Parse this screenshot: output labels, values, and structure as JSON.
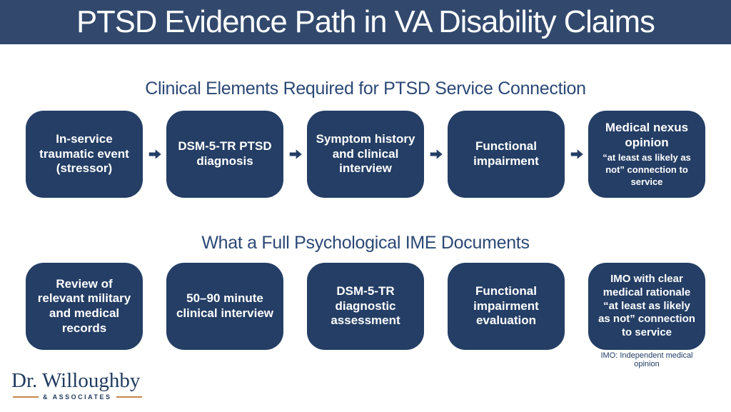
{
  "header": {
    "title": "PTSD Evidence Path in VA Disability Claims"
  },
  "sections": [
    {
      "title": "Clinical Elements Required for PTSD Service Connection",
      "boxes": [
        {
          "text": "In-service traumatic event (stressor)"
        },
        {
          "text": "DSM-5-TR PTSD diagnosis"
        },
        {
          "text": "Symptom history and clinical interview"
        },
        {
          "text": "Functional impairment"
        },
        {
          "title": "Medical nexus opinion",
          "subtitle": "“at least as likely as not” connection to service"
        }
      ],
      "connector": "right-arrow"
    },
    {
      "title": "What a Full Psychological IME Documents",
      "boxes": [
        {
          "text": "Review of relevant military and medical records"
        },
        {
          "text": "50–90 minute clinical interview"
        },
        {
          "text": "DSM-5-TR diagnostic assessment"
        },
        {
          "text": "Functional impairment evaluation"
        },
        {
          "text": "IMO with clear medical rationale “at least as likely as not” connection to service"
        }
      ],
      "footnote": "IMO: Independent medical opinion"
    }
  ],
  "logo": {
    "name": "Dr. Willoughby",
    "subtext": "& ASSOCIATES"
  },
  "colors": {
    "header_bg": "#32496D",
    "box_bg": "#243E65",
    "section_title": "#2B4876",
    "footnote_text": "#1F3C66",
    "logo_navy": "#1F3A5E",
    "logo_gold": "#C3874D",
    "title_text": "#FFFFFF"
  }
}
